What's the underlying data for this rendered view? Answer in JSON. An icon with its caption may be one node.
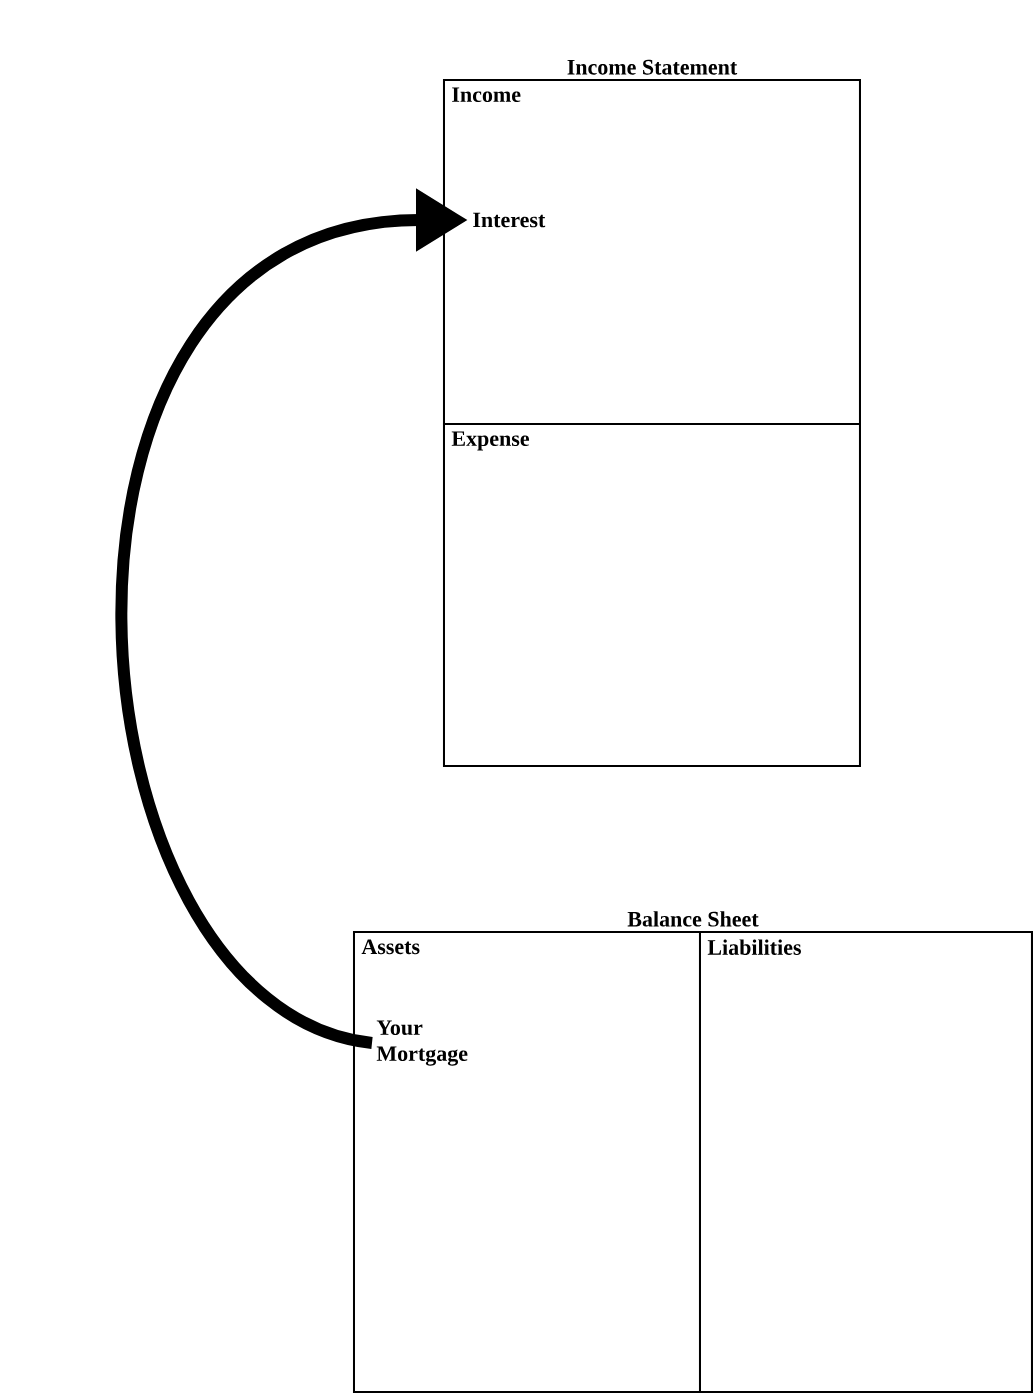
{
  "diagram": {
    "nodes": [
      {
        "text": [
          "Income Statement"
        ]
      },
      {
        "text": [
          "Income"
        ],
        "in": 0
      },
      {
        "text": [
          "Interest"
        ],
        "in": 1
      },
      {
        "text": [
          "Expense"
        ],
        "in": 0
      },
      {
        "text": [
          "Balance Sheet"
        ]
      },
      {
        "text": [
          "Assets"
        ],
        "in": 4
      },
      {
        "text": [
          "Your Mortgage"
        ],
        "in": 5
      },
      {
        "text": [
          "Liabilities"
        ],
        "in": 4
      }
    ],
    "edges": [
      {
        "from": 6,
        "to": 2,
        "arrow": "to"
      }
    ]
  }
}
